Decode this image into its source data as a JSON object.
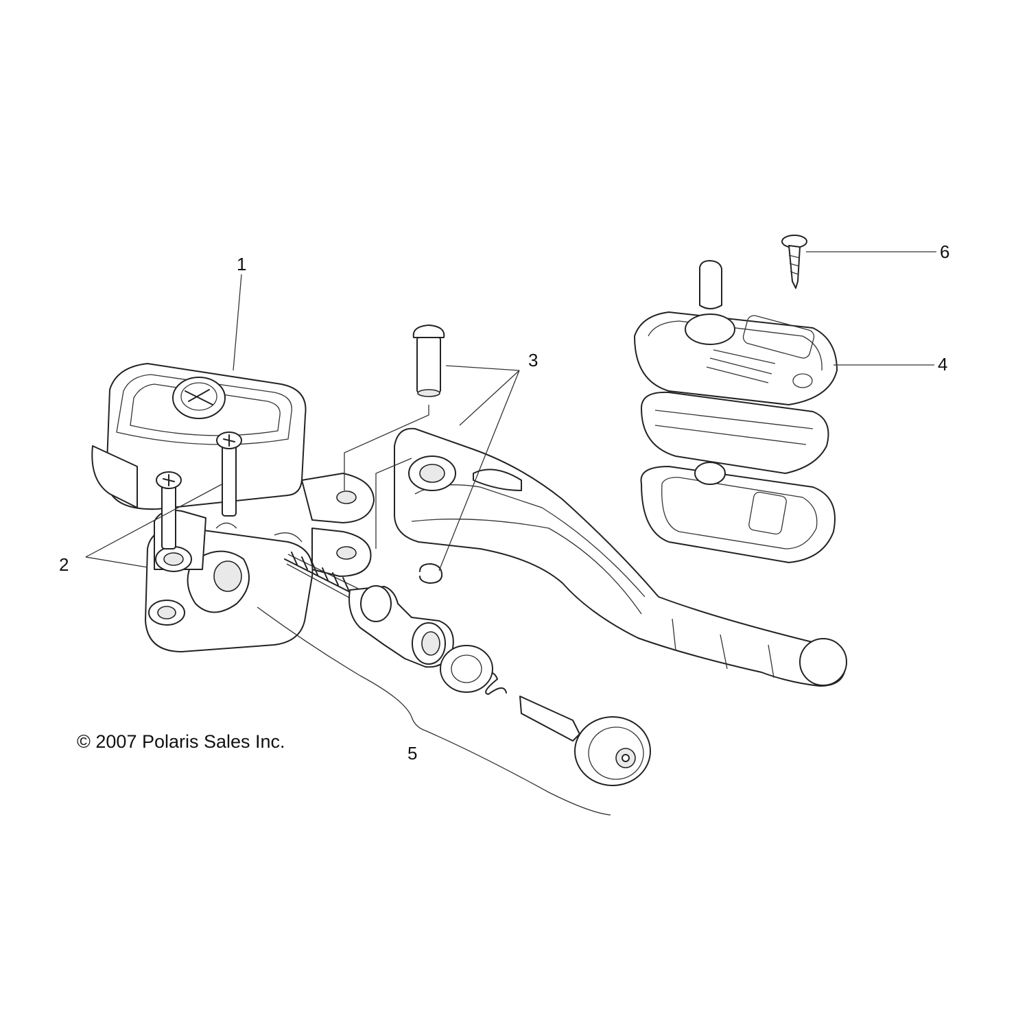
{
  "diagram": {
    "callouts": [
      {
        "id": "1",
        "label": "1"
      },
      {
        "id": "2",
        "label": "2"
      },
      {
        "id": "3",
        "label": "3"
      },
      {
        "id": "4",
        "label": "4"
      },
      {
        "id": "5",
        "label": "5"
      },
      {
        "id": "6",
        "label": "6"
      }
    ],
    "copyright": "© 2007 Polaris Sales Inc."
  }
}
